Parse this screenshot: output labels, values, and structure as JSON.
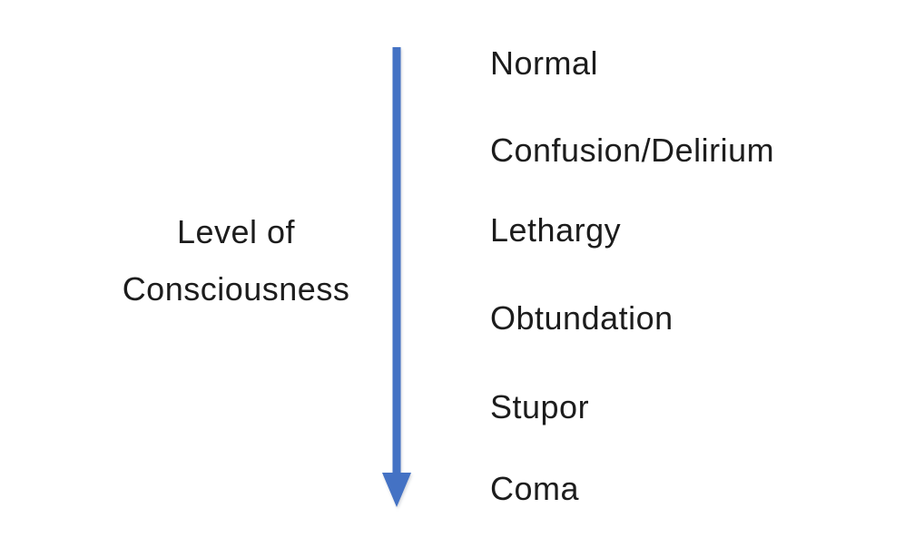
{
  "diagram": {
    "title_lines": [
      "Level of",
      "Consciousness"
    ],
    "levels": [
      "Normal",
      "Confusion/Delirium",
      "Lethargy",
      "Obtundation",
      "Stupor",
      "Coma"
    ],
    "arrow": {
      "direction": "down",
      "color": "#4472C4"
    },
    "colors": {
      "background": "#ffffff",
      "text": "#1c1c1c"
    }
  }
}
